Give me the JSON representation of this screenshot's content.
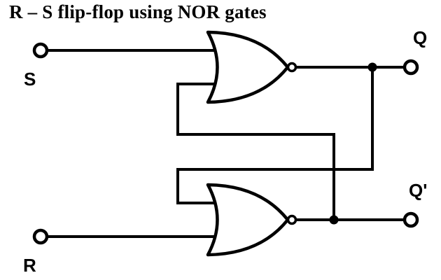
{
  "title": "R – S flip-flop using NOR gates",
  "colors": {
    "ink": "#000000",
    "background": "#ffffff"
  },
  "labels": {
    "s": "S",
    "r": "R",
    "q": "Q",
    "q_bar": "Q'"
  },
  "diagram": {
    "type": "logic-circuit",
    "gates": [
      {
        "id": "top-gate",
        "type": "NOR",
        "inputs": [
          "S",
          "Q'"
        ],
        "output": "Q"
      },
      {
        "id": "bottom-gate",
        "type": "NOR",
        "inputs": [
          "Q",
          "R"
        ],
        "output": "Q'"
      }
    ]
  }
}
